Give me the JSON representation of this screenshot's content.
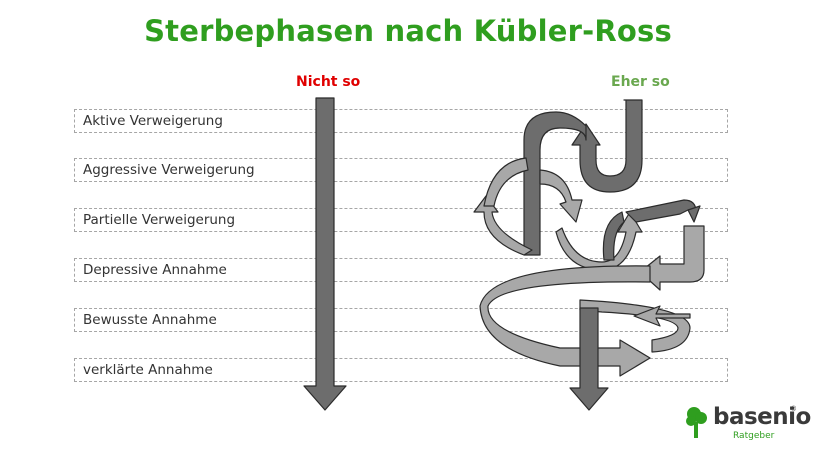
{
  "title": "Sterbephasen nach Kübler-Ross",
  "columns": {
    "left": {
      "label": "Nicht so",
      "color": "#e00000"
    },
    "right": {
      "label": "Eher so",
      "color": "#6aa84f"
    }
  },
  "phases": [
    "Aktive Verweigerung",
    "Aggressive Verweigerung",
    "Partielle Verweigerung",
    "Depressive Annahme",
    "Bewusste Annahme",
    "verklärte Annahme"
  ],
  "colors": {
    "arrow_dark": "#6d6d6d",
    "arrow_light": "#a8a8a8",
    "outline": "#2b2b2b",
    "brand_green": "#2f9e1f"
  },
  "logo": {
    "name": "basenio",
    "registered": "®",
    "subtitle": "Ratgeber",
    "icon": "tree-icon"
  }
}
